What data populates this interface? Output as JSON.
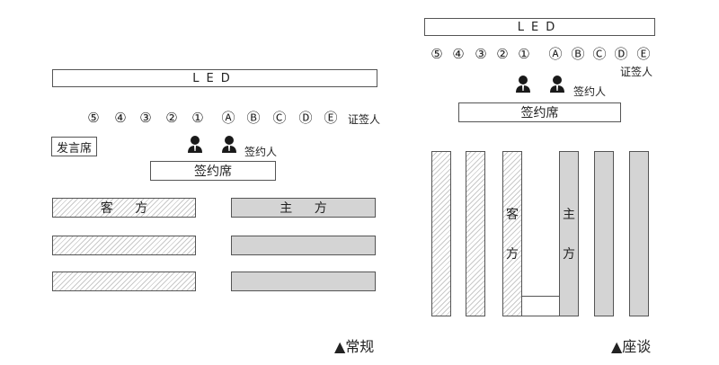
{
  "common": {
    "led": "LED",
    "host_seats": [
      "⑤",
      "④",
      "③",
      "②",
      "①"
    ],
    "guest_seats": [
      "Ⓐ",
      "Ⓑ",
      "Ⓒ",
      "Ⓓ",
      "Ⓔ"
    ],
    "witness": "证签人",
    "signer": "签约人",
    "signing_desk": "签约席",
    "guest": "客 方",
    "host": "主 方",
    "guest_v": "客",
    "host_v": "主",
    "side": "方"
  },
  "left": {
    "speaker": "发言席",
    "caption": "▲常规"
  },
  "right": {
    "caption": "▲座谈"
  }
}
